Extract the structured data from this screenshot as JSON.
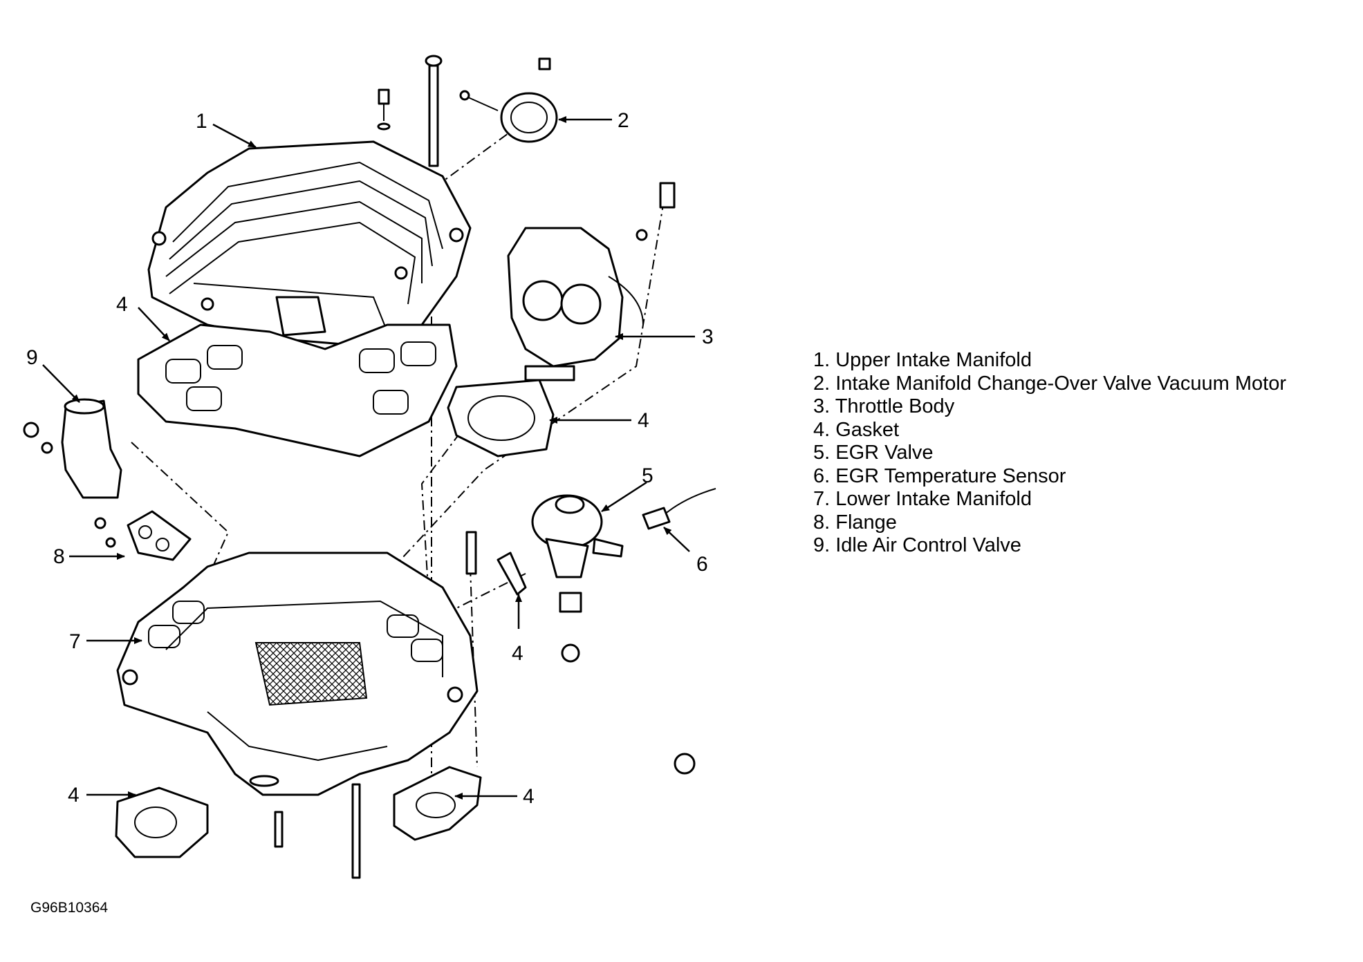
{
  "callouts": [
    "1",
    "2",
    "3",
    "4",
    "4",
    "4",
    "4",
    "4",
    "5",
    "6",
    "7",
    "8",
    "9"
  ],
  "legend": {
    "items": [
      "1. Upper Intake Manifold",
      "2. Intake Manifold Change-Over Valve Vacuum Motor",
      "3. Throttle Body",
      "4. Gasket",
      "5. EGR Valve",
      "6. EGR Temperature Sensor",
      "7. Lower Intake Manifold",
      "8. Flange",
      "9. Idle Air Control Valve"
    ]
  },
  "figure_code": "G96B10364"
}
